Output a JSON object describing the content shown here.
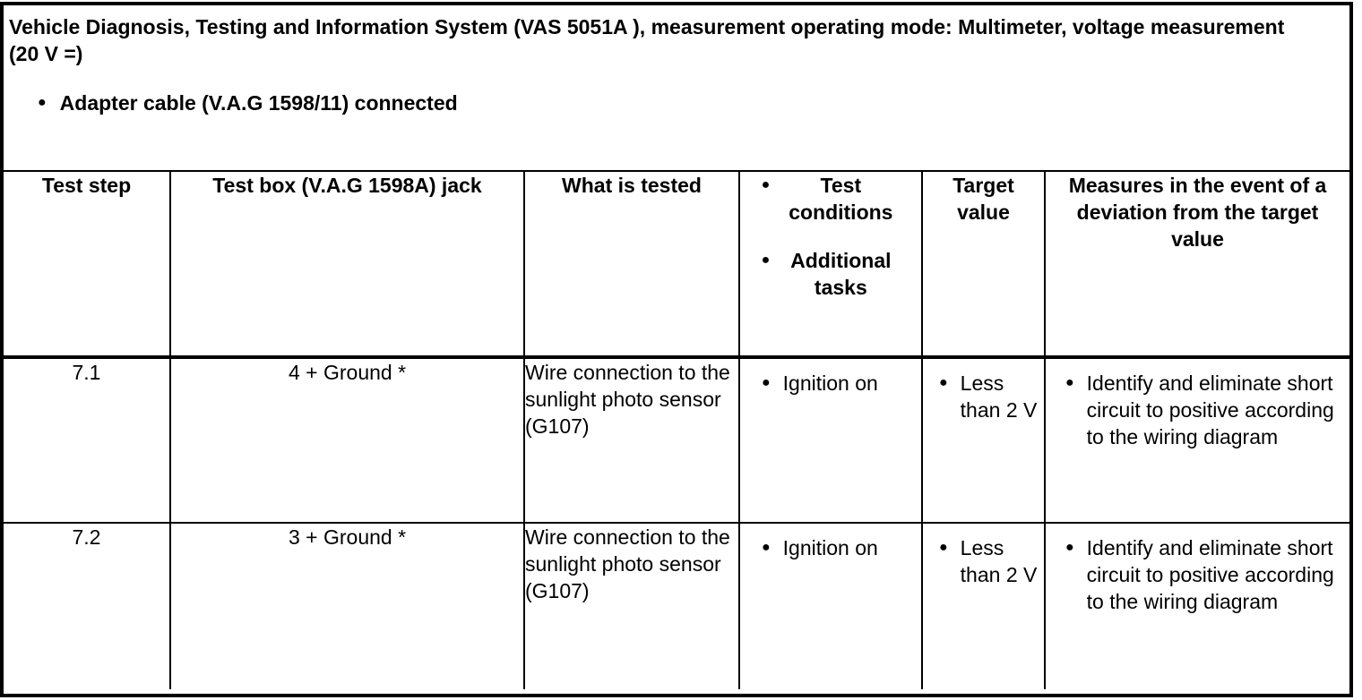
{
  "intro": {
    "title": "Vehicle Diagnosis, Testing and Information System (VAS 5051A ), measurement operating mode: Multimeter, voltage measurement (20 V =)",
    "bullet": "Adapter cable (V.A.G 1598/11) connected"
  },
  "table": {
    "headers": {
      "test_step": "Test step",
      "test_box": "Test box (V.A.G 1598A) jack",
      "what_tested": "What is tested",
      "conditions_bullets": [
        "Test conditions",
        "Additional tasks"
      ],
      "target_value": "Target value",
      "measures": "Measures in the event of a deviation from the target value"
    },
    "rows": [
      {
        "step": "7.1",
        "jack": "4 + Ground *",
        "tested": "Wire connection to the sunlight photo sensor (G107)",
        "conditions": [
          "Ignition on"
        ],
        "target": [
          "Less than 2 V"
        ],
        "measures": [
          "Identify and eliminate short circuit to positive according to the wiring diagram"
        ]
      },
      {
        "step": "7.2",
        "jack": "3 + Ground *",
        "tested": "Wire connection to the sunlight photo sensor (G107)",
        "conditions": [
          "Ignition on"
        ],
        "target": [
          "Less than 2 V"
        ],
        "measures": [
          "Identify and eliminate short circuit to positive according to the wiring diagram"
        ]
      }
    ]
  }
}
